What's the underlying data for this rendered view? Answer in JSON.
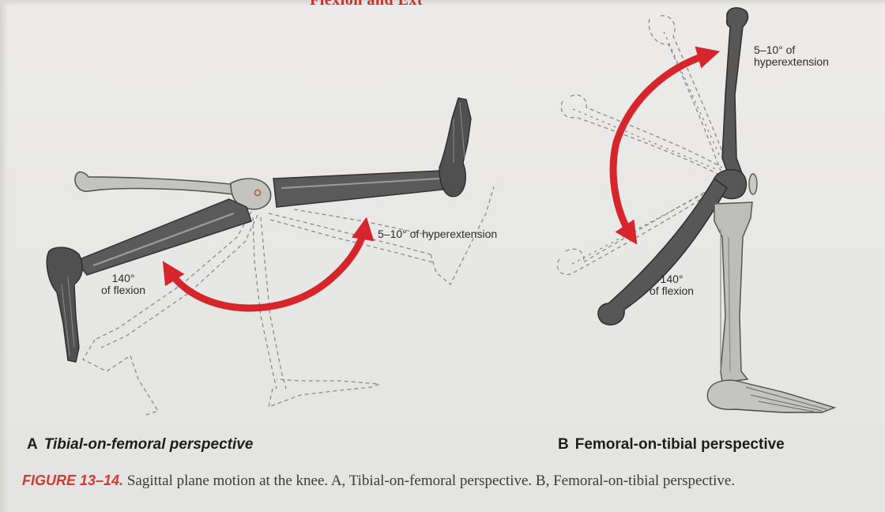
{
  "running_head": "Flexion and Ext",
  "panel_a": {
    "letter": "A",
    "title": "Tibial-on-femoral perspective",
    "flexion_value": "140°",
    "flexion_text": "of flexion",
    "hyperextension_label": "5–10° of hyperextension"
  },
  "panel_b": {
    "letter": "B",
    "title": "Femoral-on-tibial perspective",
    "hyperextension_value": "5–10° of",
    "hyperextension_text": "hyperextension",
    "flexion_value": "140°",
    "flexion_text": "of flexion"
  },
  "caption": {
    "figure_label": "FIGURE 13–14.",
    "text": " Sagittal plane motion at the knee. A, Tibial-on-femoral perspective. B, Femoral-on-tibial perspective."
  },
  "colors": {
    "arrow": "#d7262b",
    "bone_dark": "#4f4f4f",
    "bone_light": "#b9b9b6",
    "outline_dashed": "#8a8a8a",
    "figure_label": "#d13b33"
  }
}
